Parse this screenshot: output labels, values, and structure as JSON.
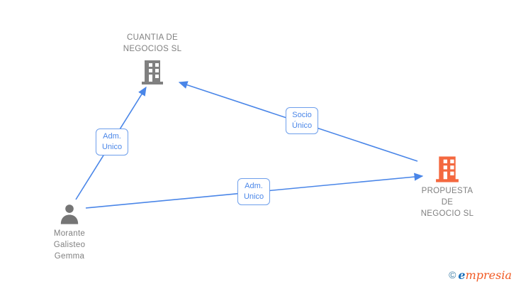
{
  "diagram": {
    "nodes": [
      {
        "id": "cuantia",
        "type": "company",
        "icon": "building-icon",
        "icon_color": "#808080",
        "lines": [
          "CUANTIA DE",
          "NEGOCIOS SL"
        ]
      },
      {
        "id": "propuesta",
        "type": "company",
        "icon": "building-icon",
        "icon_color": "#f4683f",
        "lines": [
          "PROPUESTA",
          "DE",
          "NEGOCIO SL"
        ]
      },
      {
        "id": "morante",
        "type": "person",
        "icon": "person-icon",
        "icon_color": "#757575",
        "lines": [
          "Morante",
          "Galisteo",
          "Gemma"
        ]
      }
    ],
    "edges": [
      {
        "from": "morante",
        "to": "cuantia",
        "label_lines": [
          "Adm.",
          "Unico"
        ]
      },
      {
        "from": "propuesta",
        "to": "cuantia",
        "label_lines": [
          "Socio",
          "Único"
        ]
      },
      {
        "from": "morante",
        "to": "propuesta",
        "label_lines": [
          "Adm.",
          "Unico"
        ]
      }
    ],
    "edge_color": "#4a86e8",
    "label_border_color": "#6d9eeb",
    "label_text_color": "#4a86e8",
    "node_text_color": "#808080"
  },
  "logo": {
    "copyright": "©",
    "brand_first": "e",
    "brand_rest": "mpresia"
  }
}
